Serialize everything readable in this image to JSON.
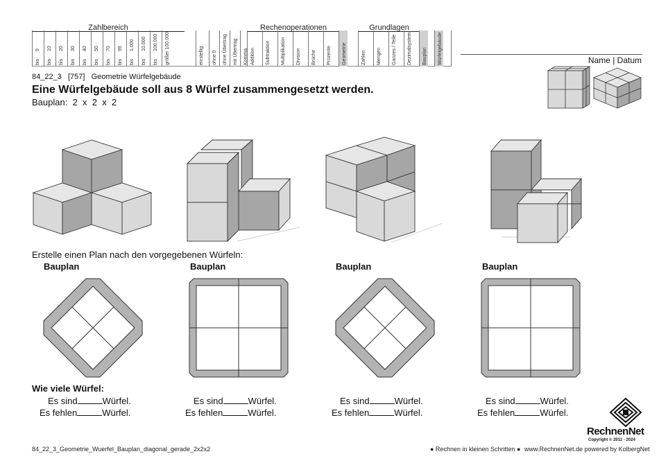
{
  "header": {
    "groups": {
      "zahlbereich": "Zahlbereich",
      "rechenoperationen": "Rechenoperationen",
      "grundlagen": "Grundlagen"
    },
    "zahlbereich_cols": [
      {
        "prefix": "bis",
        "value": "9"
      },
      {
        "prefix": "bis",
        "value": "10"
      },
      {
        "prefix": "bis",
        "value": "20"
      },
      {
        "prefix": "bis",
        "value": "30"
      },
      {
        "prefix": "bis",
        "value": "40"
      },
      {
        "prefix": "bis",
        "value": "50"
      },
      {
        "prefix": "bis",
        "value": "70"
      },
      {
        "prefix": "bis",
        "value": "99"
      },
      {
        "prefix": "bis",
        "value": "1.000"
      },
      {
        "prefix": "bis",
        "value": "10.000"
      },
      {
        "prefix": "bis",
        "value": "100.000"
      },
      {
        "prefix": "größer",
        "value": "100.000"
      }
    ],
    "misc_cols": [
      "einstellig",
      "ohne 0",
      "ohne Übertrag",
      "mit Übertrag",
      "Komma"
    ],
    "rechen_cols": [
      "Addition",
      "Subtraktion",
      "Multiplikation",
      "Division",
      "Brüche",
      "Prozente",
      "Geometrie"
    ],
    "grund_cols": [
      "Zahlen",
      "Mengen",
      "Ganzes / Teile",
      "Dezimalsystem",
      "Bauplan",
      "Würfelgebäude"
    ],
    "name_datum": "Name | Datum"
  },
  "meta": {
    "code": "84_22_3",
    "number": "[757]",
    "topic": "Geometrie Würfelgebäude"
  },
  "title": "Eine Würfelgebäude soll aus 8 Würfel zusammengesetzt werden.",
  "bauplan_line": {
    "label": "Bauplan:",
    "dims": "2  x  2  x  2"
  },
  "instruction": "Erstelle einen Plan nach den vorgegebenen Würfeln:",
  "plans": [
    {
      "label": "Bauplan",
      "shape": "diagonal"
    },
    {
      "label": "Bauplan",
      "shape": "gerade"
    },
    {
      "label": "Bauplan",
      "shape": "diagonal"
    },
    {
      "label": "Bauplan",
      "shape": "gerade"
    }
  ],
  "question": "Wie viele Würfel:",
  "answer_lines": {
    "sind_prefix": "Es sind",
    "fehlen_prefix": "Es fehlen",
    "suffix": "Würfel."
  },
  "colors": {
    "cube_light": "#d9d9d9",
    "cube_dark": "#a6a6a6",
    "cube_top": "#e6e6e6",
    "frame": "#b3b3b3"
  },
  "footer": {
    "filename": "84_22_3_Geometrie_Wuerfel_Bauplan_diagonal_gerade_2x2x2",
    "slogan": "● Rechnen in kleinen Schritten ●",
    "website": "www.RechnenNet.de powered by KolbergNet",
    "logo_text": "RechnenNet",
    "copyright": "Copyright © 2011 - 2024"
  }
}
